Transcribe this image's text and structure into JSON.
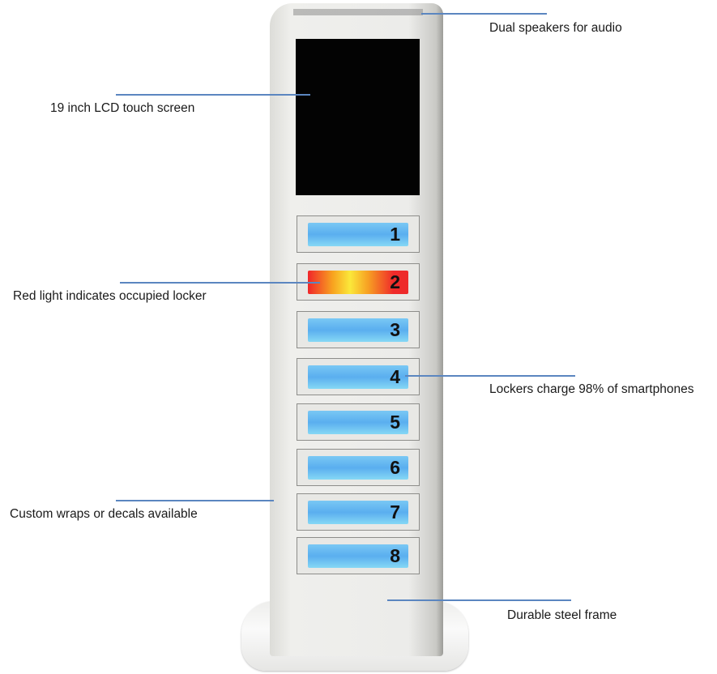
{
  "callouts": {
    "speakers": "Dual speakers for audio",
    "screen": "19 inch LCD touch screen",
    "red_light": "Red light indicates occupied locker",
    "charge": "Lockers charge 98% of smartphones",
    "wraps": "Custom wraps or decals available",
    "frame": "Durable steel frame"
  },
  "lockers": [
    {
      "number": "1",
      "status": "available",
      "color": "#5aaeef"
    },
    {
      "number": "2",
      "status": "occupied",
      "color": "#ef2b2a"
    },
    {
      "number": "3",
      "status": "available",
      "color": "#5aaeef"
    },
    {
      "number": "4",
      "status": "available",
      "color": "#5aaeef"
    },
    {
      "number": "5",
      "status": "available",
      "color": "#5aaeef"
    },
    {
      "number": "6",
      "status": "available",
      "color": "#5aaeef"
    },
    {
      "number": "7",
      "status": "available",
      "color": "#5aaeef"
    },
    {
      "number": "8",
      "status": "available",
      "color": "#5aaeef"
    }
  ],
  "callout_line_color": "#5b86c0"
}
